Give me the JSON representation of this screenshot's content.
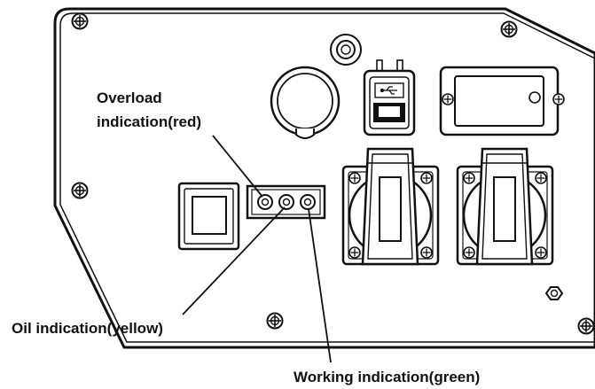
{
  "labels": {
    "overload_line1": "Overload",
    "overload_line2": "indication(red)",
    "oil": "Oil indication(yellow)",
    "working": "Working indication(green)"
  },
  "colors": {
    "line": "#111111",
    "background": "#ffffff"
  },
  "icons": {
    "usb": "usb-icon",
    "screw": "screw-icon"
  }
}
